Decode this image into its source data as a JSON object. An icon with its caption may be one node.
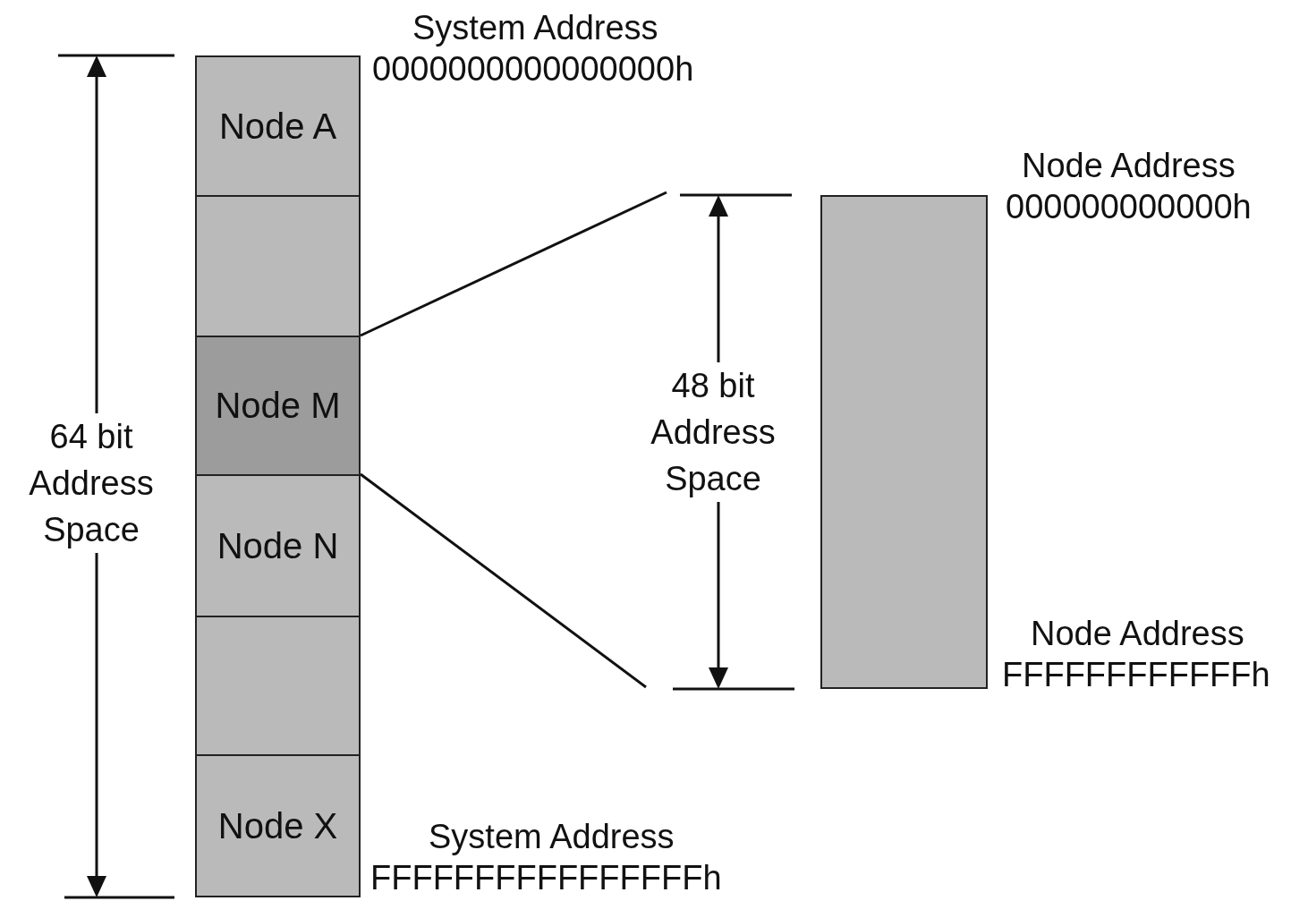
{
  "diagram": {
    "nodes": [
      {
        "text": [
          "Node A"
        ],
        "beside": [
          "System Address",
          "0000000000000000h"
        ]
      },
      {
        "text": [],
        "shape": "box"
      },
      {
        "text": [
          "Node M"
        ]
      },
      {
        "text": [
          "Node N"
        ]
      },
      {
        "text": [],
        "shape": "box"
      },
      {
        "text": [
          "Node X"
        ],
        "beside": [
          "System Address",
          "FFFFFFFFFFFFFFFFh"
        ]
      },
      {
        "text": [],
        "shape": "box",
        "beside": [
          "Node Address",
          "000000000000h",
          "Node Address",
          "FFFFFFFFFFFFh"
        ]
      }
    ],
    "edges": [
      {
        "from": 2,
        "to": null,
        "arrow": "none"
      },
      {
        "from": 2,
        "to": null,
        "arrow": "none"
      }
    ],
    "labels": [
      "64 bit Address Space",
      "48 bit Address Space"
    ]
  }
}
